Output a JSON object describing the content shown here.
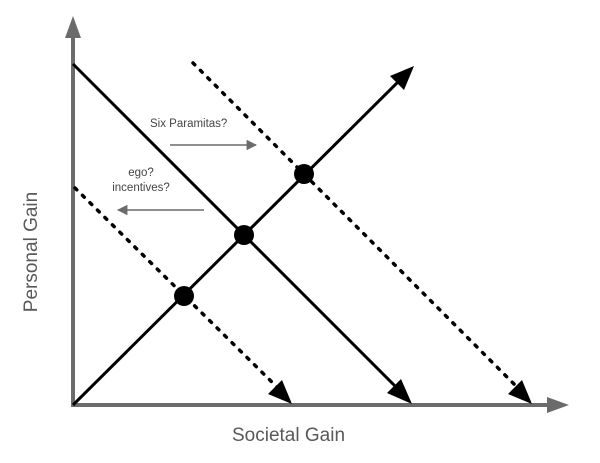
{
  "diagram": {
    "x_axis_label": "Societal Gain",
    "y_axis_label": "Personal Gain",
    "annotations": {
      "six_paramitas": "Six Paramitas?",
      "ego_line1": "ego?",
      "ego_line2": "incentives?"
    },
    "colors": {
      "axis": "#6b6b6b",
      "line": "#000000",
      "annotation_arrow": "#6b6b6b",
      "annotation_text": "#444444"
    },
    "icons": {
      "right_arrow": "arrow-right-icon",
      "left_arrow": "arrow-left-icon"
    }
  }
}
